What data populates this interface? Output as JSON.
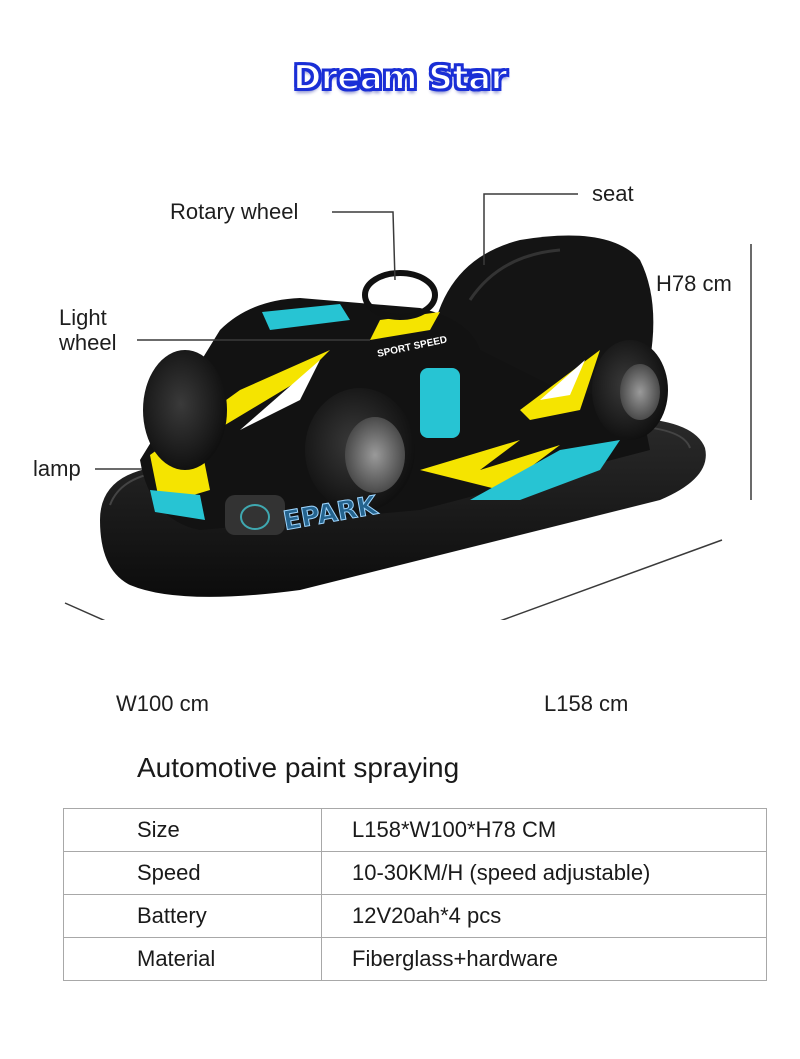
{
  "title": "Dream Star",
  "product_image": {
    "description": "Black bumper car with yellow and cyan graphics",
    "decal_text": "SPORT SPEED",
    "watermark": "EPARK"
  },
  "callouts": {
    "rotary_wheel": "Rotary wheel",
    "seat": "seat",
    "light_wheel_line1": "Light",
    "light_wheel_line2": "wheel",
    "lamp": "lamp"
  },
  "dimensions": {
    "height": "H78 cm",
    "width": "W100 cm",
    "length": "L158 cm"
  },
  "specs": {
    "heading": "Automotive paint spraying",
    "rows": [
      {
        "key": "Size",
        "value": "L158*W100*H78 CM"
      },
      {
        "key": "Speed",
        "value": "10-30KM/H (speed adjustable)"
      },
      {
        "key": "Battery",
        "value": "12V20ah*4 pcs"
      },
      {
        "key": "Material",
        "value": "Fiberglass+hardware"
      }
    ]
  },
  "colors": {
    "title_outline": "#1a2fd6",
    "car_body": "#111111",
    "accent_yellow": "#f5e400",
    "accent_cyan": "#27c4d3"
  }
}
